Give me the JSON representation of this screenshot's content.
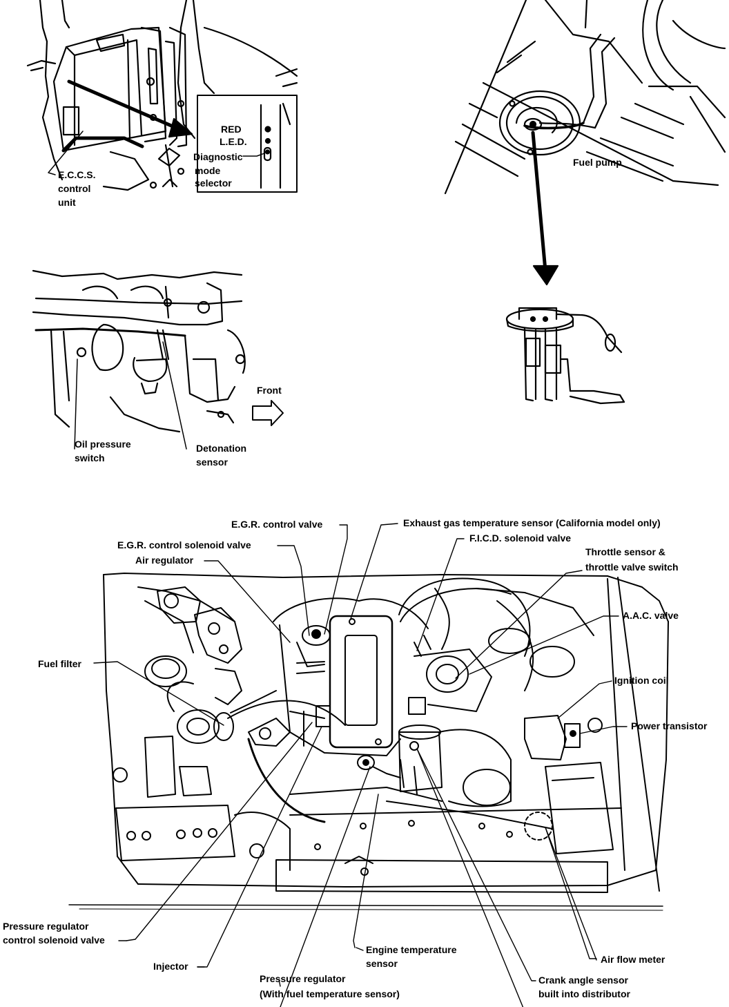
{
  "panels": {
    "ecu": {
      "control_unit_label": [
        "E.C.C.S.",
        "control",
        "unit"
      ],
      "led_label": [
        "RED",
        "L.E.D."
      ],
      "selector_label": [
        "Diagnostic",
        "mode",
        "selector"
      ]
    },
    "fuel_pump": {
      "label": "Fuel pump"
    },
    "engine_side": {
      "front_label": "Front",
      "oil_pressure_label": [
        "Oil pressure",
        "switch"
      ],
      "detonation_label": [
        "Detonation",
        "sensor"
      ]
    },
    "engine_bay": {
      "labels": {
        "egr_control_valve": "E.G.R. control valve",
        "exhaust_gas_temp": "Exhaust gas temperature sensor (California model only)",
        "egr_solenoid": "E.G.R. control solenoid valve",
        "ficd_solenoid": "F.I.C.D. solenoid valve",
        "air_regulator": "Air regulator",
        "throttle_sensor": [
          "Throttle sensor &",
          "throttle valve switch"
        ],
        "aac_valve": "A.A.C. valve",
        "fuel_filter": "Fuel filter",
        "ignition_coil": "Ignition coil",
        "power_transistor": "Power transistor",
        "pressure_regulator_solenoid": [
          "Pressure regulator",
          "control solenoid valve"
        ],
        "injector": "Injector",
        "engine_temp_sensor": [
          "Engine temperature",
          "sensor"
        ],
        "air_flow_meter": "Air flow meter",
        "pressure_regulator": [
          "Pressure regulator",
          "(With fuel temperature sensor)"
        ],
        "crank_angle_sensor": [
          "Crank angle sensor",
          "built into distributor"
        ]
      }
    }
  }
}
